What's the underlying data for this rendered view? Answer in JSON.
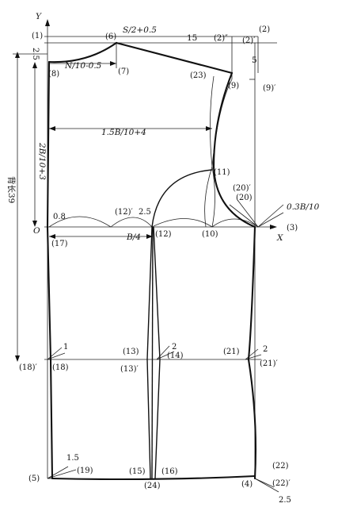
{
  "axes": {
    "y": "Y",
    "x": "X",
    "origin": "O"
  },
  "measurements": {
    "top_width": "S/2+0.5",
    "shoulder_15": "15",
    "top_drop": "2.5",
    "neck_width": "N/10-0.5",
    "shoulder_drop_5": "5",
    "armhole_depth": "2B/10+3",
    "back_width": "1.5B/10+4",
    "back_length": "背长39",
    "bust_quarter": "B/4",
    "side_offset": "0.3B/10",
    "dart_08": "0.8",
    "dart_25": "2.5",
    "waist_1_left": "1",
    "waist_2_center": "2",
    "waist_2_side": "2",
    "hem_15": "1.5",
    "hem_25": "2.5"
  },
  "points": {
    "p1": "(1)",
    "p2": "(2)",
    "p2p": "(2)′",
    "p2pp": "(2)″",
    "p3": "(3)",
    "p4": "(4)",
    "p5": "(5)",
    "p6": "(6)",
    "p7": "(7)",
    "p8": "(8)",
    "p9": "(9)",
    "p9p": "(9)′",
    "p10": "(10)",
    "p11": "(11)",
    "p12": "(12)",
    "p12p": "(12)′",
    "p13": "(13)",
    "p13p": "(13)′",
    "p14": "(14)",
    "p15": "(15)",
    "p16": "(16)",
    "p17": "(17)",
    "p18": "(18)",
    "p18p": "(18)′",
    "p19": "(19)",
    "p20": "(20)",
    "p20p": "(20)′",
    "p21": "(21)",
    "p21p": "(21)′",
    "p22": "(22)",
    "p22p": "(22)′",
    "p23": "(23)",
    "p24": "(24)"
  }
}
